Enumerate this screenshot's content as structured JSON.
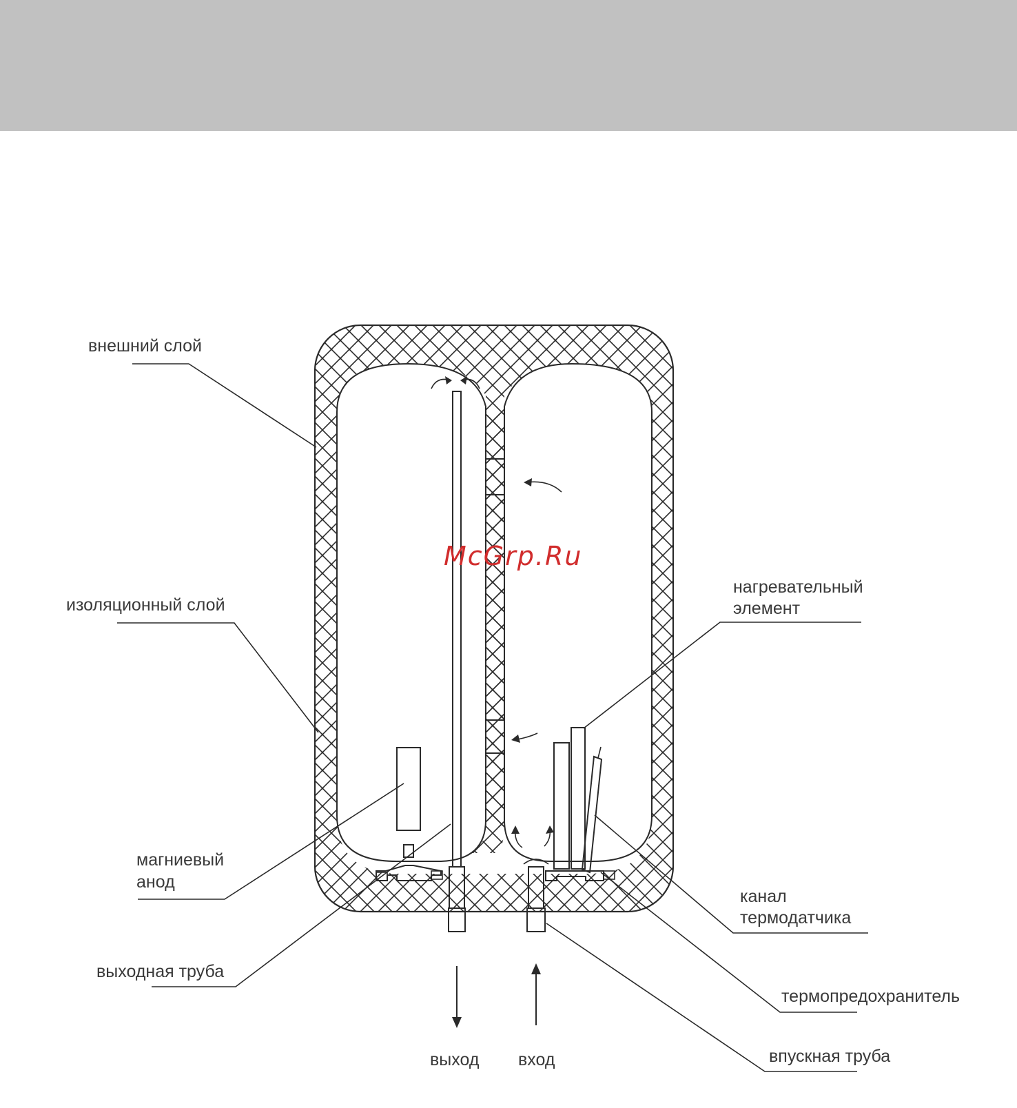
{
  "watermark": "McGrp.Ru",
  "colors": {
    "header_band": "#c1c1c1",
    "watermark": "#d12d2d",
    "line": "#2a2a2a"
  },
  "labels": {
    "outer_layer": "внешний слой",
    "insulation_layer": "изоляционный слой",
    "heating_element_1": "нагревательный",
    "heating_element_2": "элемент",
    "magnesium_anode_1": "магниевый",
    "magnesium_anode_2": "анод",
    "sensor_channel_1": "канал",
    "sensor_channel_2": "термодатчика",
    "outlet_pipe": "выходная труба",
    "thermal_fuse": "термопредохранитель",
    "inlet_pipe": "впускная труба",
    "outlet": "выход",
    "inlet": "вход"
  }
}
